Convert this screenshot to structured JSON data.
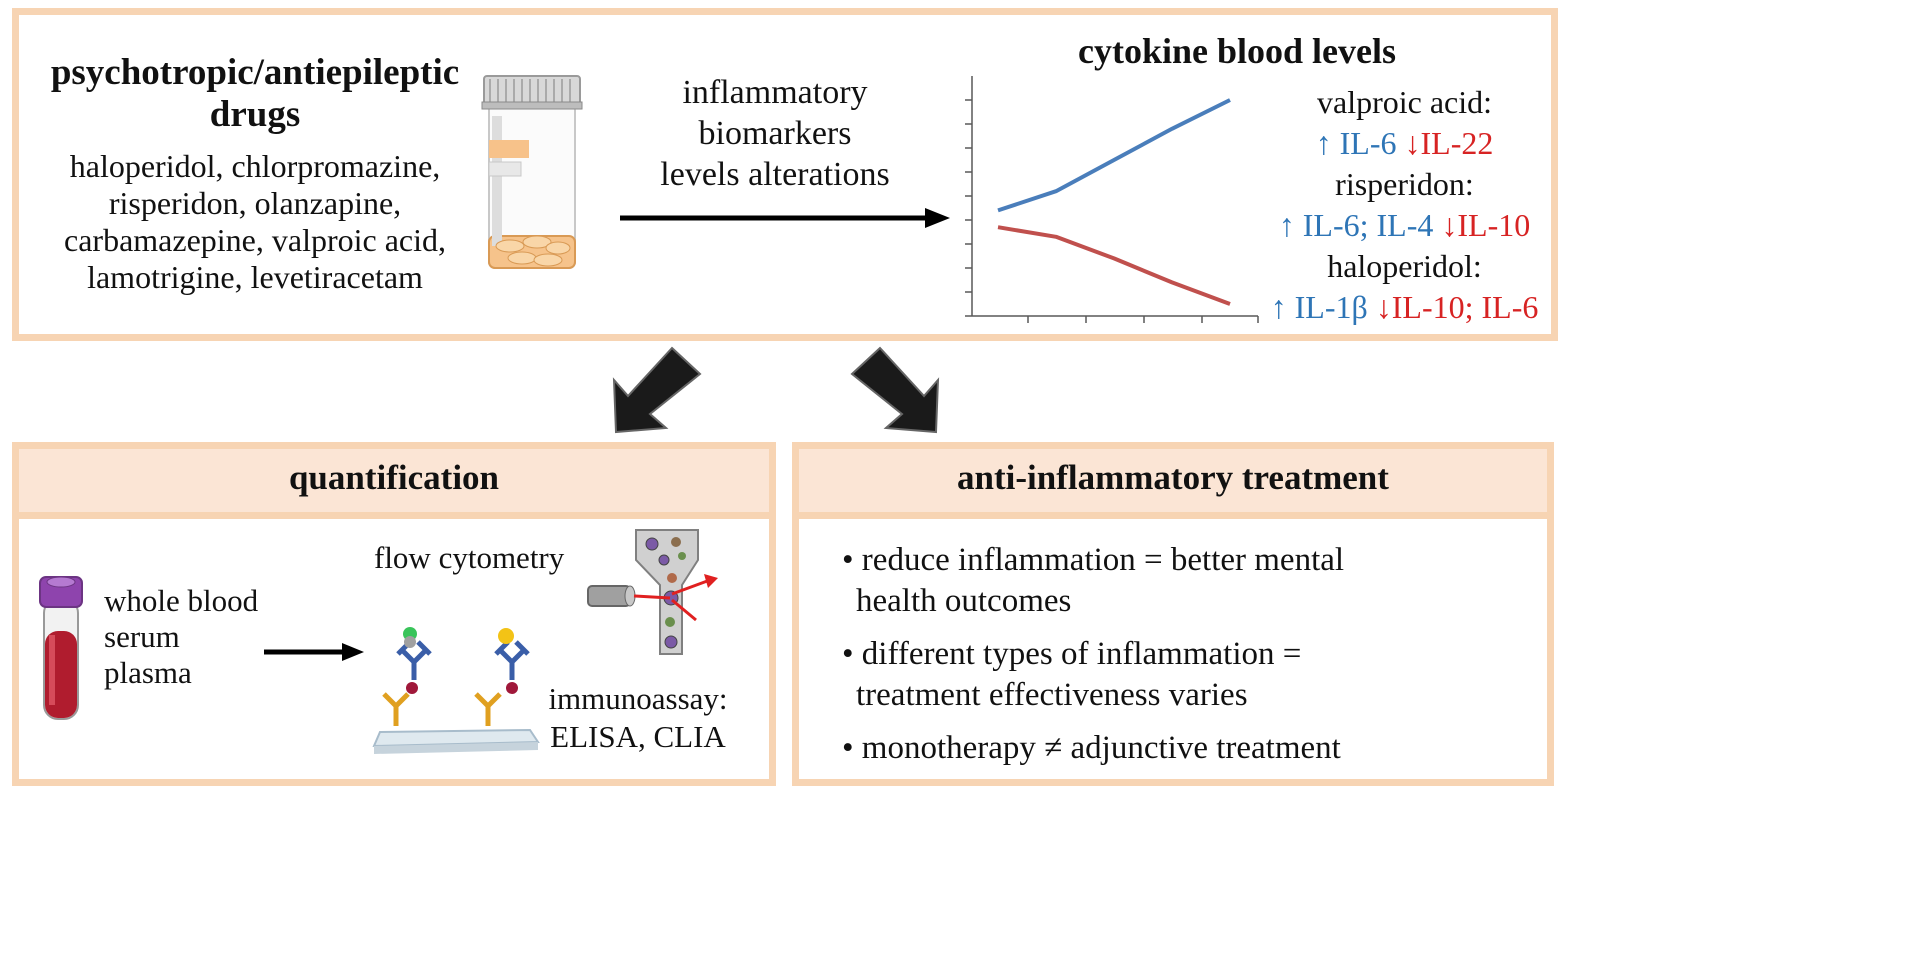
{
  "drugs": {
    "title_line1": "psychotropic/antiepileptic",
    "title_line2": "drugs",
    "list": [
      "haloperidol, chlorpromazine,",
      "risperidon, olanzapine,",
      "carbamazepine, valproic acid,",
      "lamotrigine, levetiracetam"
    ]
  },
  "alterations": {
    "lines": [
      "inflammatory",
      "biomarkers",
      "levels alterations"
    ]
  },
  "cytokines": {
    "title": "cytokine blood levels",
    "drugs": [
      {
        "name": "valproic acid:",
        "up": "↑ IL-6",
        "down": "↓IL-22"
      },
      {
        "name": "risperidon:",
        "up": "↑ IL-6; IL-4",
        "down": "↓IL-10"
      },
      {
        "name": "haloperidol:",
        "up": "↑ IL-1β",
        "down": "↓IL-10; IL-6"
      }
    ]
  },
  "chart_data": {
    "type": "line",
    "title": "",
    "xlabel": "",
    "ylabel": "",
    "series": [
      {
        "values": [
          0.44,
          0.52,
          0.65,
          0.78,
          0.9
        ]
      },
      {
        "values": [
          0.37,
          0.33,
          0.24,
          0.14,
          0.05
        ]
      }
    ],
    "series_colors": [
      "#4a7ebb",
      "#c0504d"
    ],
    "ylim": [
      0,
      1
    ],
    "grid": false
  },
  "quantification": {
    "header": "quantification",
    "samples": [
      "whole blood",
      "serum",
      "plasma"
    ],
    "flow": "flow cytometry",
    "immuno_line1": "immunoassay:",
    "immuno_line2": "ELISA, CLIA"
  },
  "treatment": {
    "header": "anti-inflammatory treatment",
    "bullets": [
      {
        "line1": "• reduce inflammation = better mental",
        "line2": "health outcomes"
      },
      {
        "line1": "• different types of inflammation =",
        "line2": "treatment effectiveness varies"
      },
      {
        "line1": "• monotherapy ≠ adjunctive treatment",
        "line2": ""
      }
    ]
  }
}
